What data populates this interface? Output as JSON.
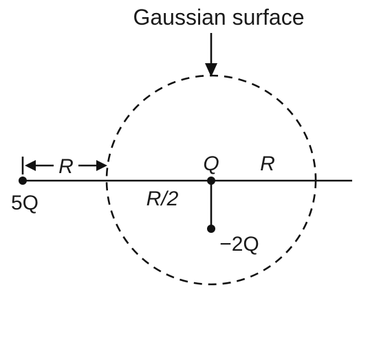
{
  "title": "Gaussian surface",
  "labels": {
    "charge_left": "5Q",
    "charge_center": "Q",
    "charge_lower": "−2Q",
    "distance_left": "R",
    "distance_right": "R",
    "distance_vertical": "R/2"
  }
}
